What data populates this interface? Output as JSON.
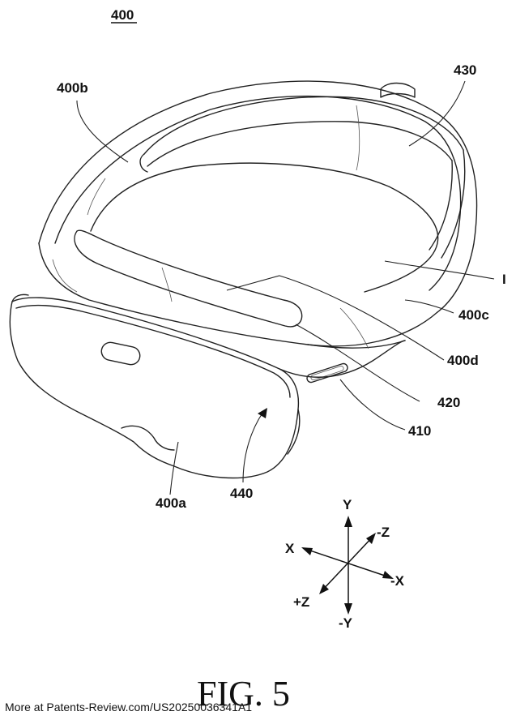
{
  "figure": {
    "number_label": "400",
    "caption": "FIG. 5",
    "footer": "More at Patents-Review.com/US20250036341A1"
  },
  "reference_labels": {
    "r400b": "400b",
    "r430": "430",
    "rI": "I",
    "r400c": "400c",
    "r400d": "400d",
    "r420": "420",
    "r410": "410",
    "r440": "440",
    "r400a": "400a"
  },
  "axes": {
    "y_pos": "Y",
    "y_neg": "-Y",
    "x_pos": "X",
    "x_neg": "-X",
    "z_pos": "+Z",
    "z_neg": "-Z"
  }
}
